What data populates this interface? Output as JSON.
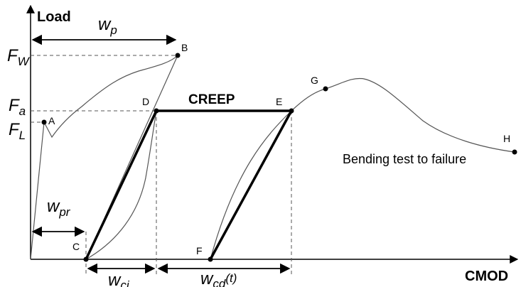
{
  "axes": {
    "y_label": "Load",
    "x_label": "CMOD"
  },
  "forces": {
    "fw": {
      "main": "F",
      "sub": "W"
    },
    "fa": {
      "main": "F",
      "sub": "a"
    },
    "fl": {
      "main": "F",
      "sub": "L"
    }
  },
  "widths": {
    "wp": {
      "main": "w",
      "sub": "p"
    },
    "wpr": {
      "main": "w",
      "sub": "pr"
    },
    "wci": {
      "main": "w",
      "sub": "ci"
    },
    "wcd": {
      "main": "w",
      "sub": "cd",
      "suffix": "(t)"
    }
  },
  "points": {
    "A": "A",
    "B": "B",
    "C": "C",
    "D": "D",
    "E": "E",
    "F": "F",
    "G": "G",
    "H": "H"
  },
  "creep_label": "CREEP",
  "note": "Bending test to failure",
  "colors": {
    "curve": "#555555",
    "line": "#000000",
    "dash": "#555555"
  }
}
